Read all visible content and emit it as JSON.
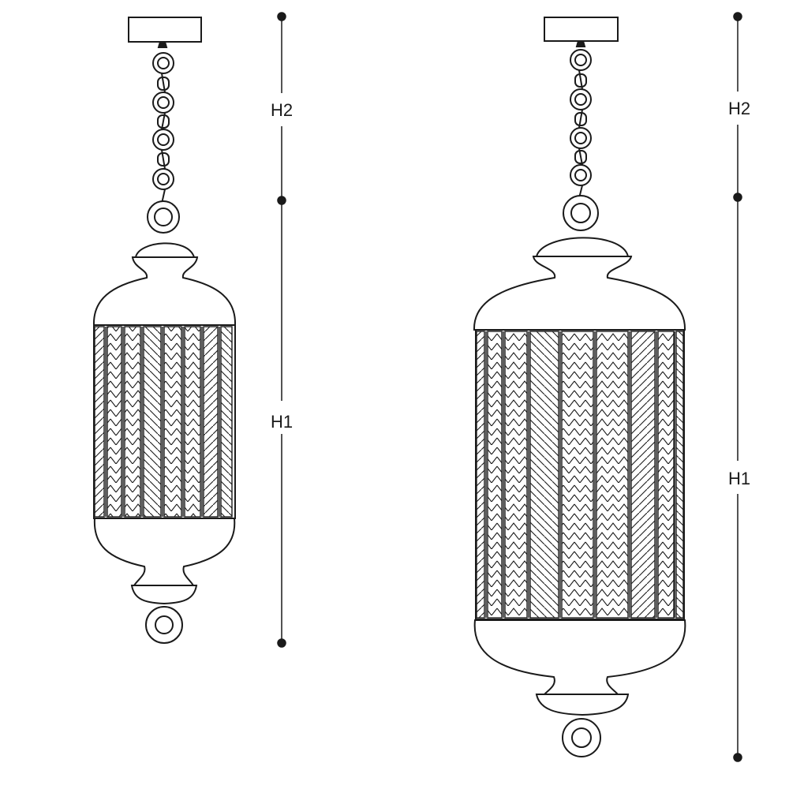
{
  "colors": {
    "line": "#1a1a1a",
    "fill": "#ffffff",
    "glass_light": "#d6d6d6"
  },
  "lanterns": [
    {
      "name": "lantern-small",
      "dimensions": {
        "top_label": "H2",
        "bottom_label": "H1"
      }
    },
    {
      "name": "lantern-large",
      "dimensions": {
        "top_label": "H2",
        "bottom_label": "H1"
      }
    }
  ]
}
